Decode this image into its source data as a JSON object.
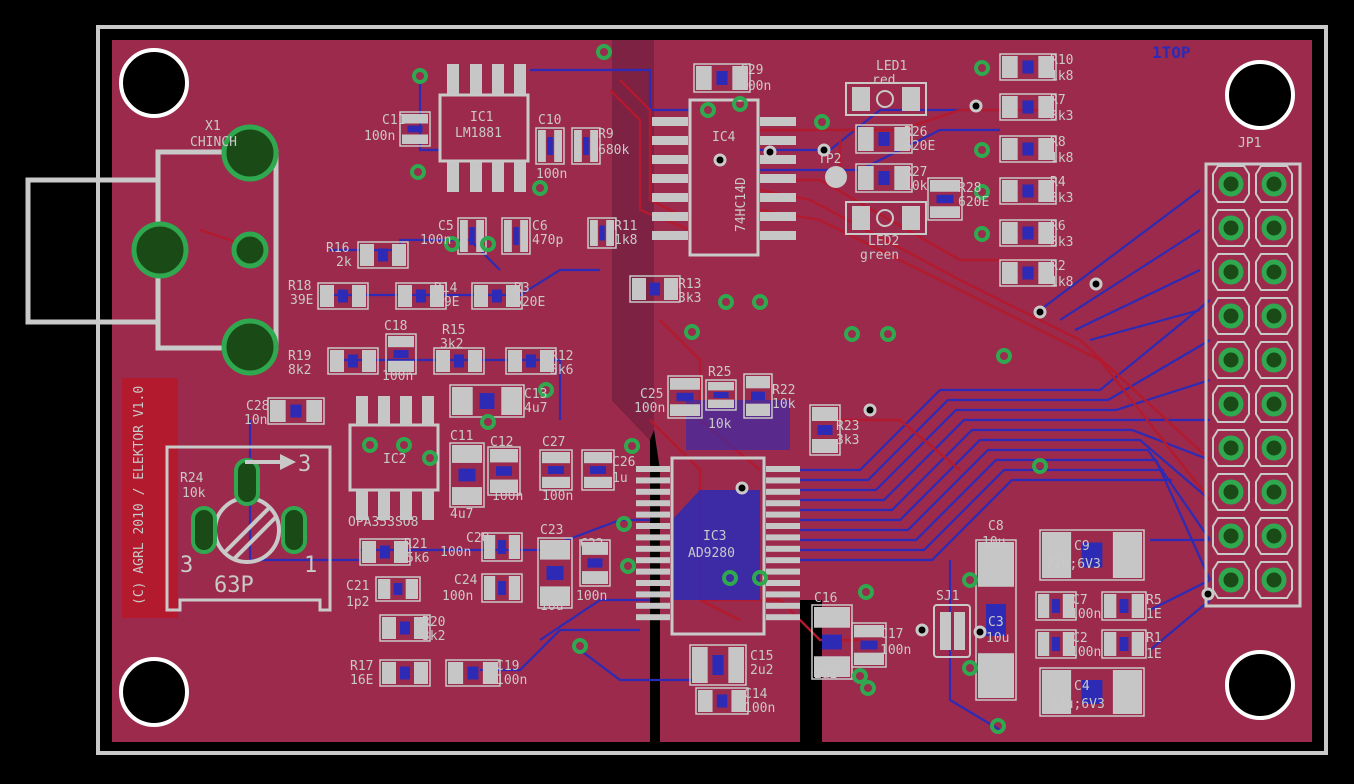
{
  "layer_label": "1TOP",
  "copyright": "(C) AGRL 2010 / ELEKTOR V1.0",
  "pot": {
    "designator": "R24",
    "value": "10k",
    "footprint": "63P",
    "pin1": "1",
    "pin3": "3",
    "arrow_pin": "3"
  },
  "connector_x1": {
    "designator": "X1",
    "value": "CHINCH"
  },
  "header": {
    "designator": "JP1"
  },
  "solder_jumper": {
    "designator": "SJ1"
  },
  "tp": {
    "designator": "TP2"
  },
  "ics": [
    {
      "designator": "IC1",
      "value": "LM1881"
    },
    {
      "designator": "IC2",
      "value": "OPA353SO8"
    },
    {
      "designator": "IC3",
      "value": "AD9280"
    },
    {
      "designator": "IC4",
      "value": "74HC14D"
    }
  ],
  "leds": [
    {
      "designator": "LED1",
      "value": "red"
    },
    {
      "designator": "LED2",
      "value": "green"
    }
  ],
  "labels": [
    {
      "id": "c11",
      "text": "C11"
    },
    {
      "id": "c11v",
      "text": "100n"
    },
    {
      "id": "c10",
      "text": "C10"
    },
    {
      "id": "c10v",
      "text": "100n"
    },
    {
      "id": "r9",
      "text": "R9"
    },
    {
      "id": "r9v",
      "text": "680k"
    },
    {
      "id": "c5",
      "text": "C5"
    },
    {
      "id": "c5v",
      "text": "100n"
    },
    {
      "id": "c6",
      "text": "C6"
    },
    {
      "id": "c6v",
      "text": "470p"
    },
    {
      "id": "r11",
      "text": "R11"
    },
    {
      "id": "r11v",
      "text": "1k8"
    },
    {
      "id": "r13",
      "text": "R13"
    },
    {
      "id": "r13v",
      "text": "3k3"
    },
    {
      "id": "r16",
      "text": "R16"
    },
    {
      "id": "r16v",
      "text": "2k"
    },
    {
      "id": "r18",
      "text": "R18"
    },
    {
      "id": "r18v",
      "text": "39E"
    },
    {
      "id": "r14",
      "text": "R14"
    },
    {
      "id": "r14v",
      "text": "39E"
    },
    {
      "id": "r3",
      "text": "R3"
    },
    {
      "id": "r3v",
      "text": "620E"
    },
    {
      "id": "c18",
      "text": "C18"
    },
    {
      "id": "c18v",
      "text": "100n"
    },
    {
      "id": "r15",
      "text": "R15"
    },
    {
      "id": "r15v",
      "text": "3k2"
    },
    {
      "id": "r19",
      "text": "R19"
    },
    {
      "id": "r19v",
      "text": "8k2"
    },
    {
      "id": "r12",
      "text": "R12"
    },
    {
      "id": "r12v",
      "text": "5k6"
    },
    {
      "id": "c13",
      "text": "C13"
    },
    {
      "id": "c13v",
      "text": "4u7"
    },
    {
      "id": "c28",
      "text": "C28"
    },
    {
      "id": "c28v",
      "text": "10n"
    },
    {
      "id": "c12",
      "text": "C12"
    },
    {
      "id": "c12v",
      "text": "100n"
    },
    {
      "id": "c27",
      "text": "C27"
    },
    {
      "id": "c27v",
      "text": "100n"
    },
    {
      "id": "c26",
      "text": "C26"
    },
    {
      "id": "c26v",
      "text": "1u"
    },
    {
      "id": "c11b",
      "text": "C11"
    },
    {
      "id": "c11bv",
      "text": "4u7"
    },
    {
      "id": "r21",
      "text": "R21"
    },
    {
      "id": "r21v",
      "text": "5k6"
    },
    {
      "id": "c21",
      "text": "C21"
    },
    {
      "id": "c21v",
      "text": "1p2"
    },
    {
      "id": "r20",
      "text": "R20"
    },
    {
      "id": "r20v",
      "text": "3k2"
    },
    {
      "id": "r17",
      "text": "R17"
    },
    {
      "id": "r17v",
      "text": "16E"
    },
    {
      "id": "c19",
      "text": "C19"
    },
    {
      "id": "c19v",
      "text": "100n"
    },
    {
      "id": "c20",
      "text": "C20"
    },
    {
      "id": "c20v",
      "text": "100n"
    },
    {
      "id": "c24",
      "text": "C24"
    },
    {
      "id": "c24v",
      "text": "100n"
    },
    {
      "id": "c23",
      "text": "C23"
    },
    {
      "id": "c23v",
      "text": "10u"
    },
    {
      "id": "c22",
      "text": "C22"
    },
    {
      "id": "c22v",
      "text": "100n"
    },
    {
      "id": "c15",
      "text": "C15"
    },
    {
      "id": "c15v",
      "text": "2u2"
    },
    {
      "id": "c14",
      "text": "C14"
    },
    {
      "id": "c14v",
      "text": "100n"
    },
    {
      "id": "c16",
      "text": "C16"
    },
    {
      "id": "c16v",
      "text": "2u2"
    },
    {
      "id": "c17",
      "text": "C17"
    },
    {
      "id": "c17v",
      "text": "100n"
    },
    {
      "id": "c29",
      "text": "C29"
    },
    {
      "id": "c29v",
      "text": "100n"
    },
    {
      "id": "r26",
      "text": "R26"
    },
    {
      "id": "r26v",
      "text": "620E"
    },
    {
      "id": "r27",
      "text": "R27"
    },
    {
      "id": "r27v",
      "text": "10k"
    },
    {
      "id": "r28",
      "text": "R28"
    },
    {
      "id": "r28v",
      "text": "620E"
    },
    {
      "id": "r10",
      "text": "R10"
    },
    {
      "id": "r10v",
      "text": "1k8"
    },
    {
      "id": "r7",
      "text": "R7"
    },
    {
      "id": "r7v",
      "text": "3k3"
    },
    {
      "id": "r8",
      "text": "R8"
    },
    {
      "id": "r8v",
      "text": "1k8"
    },
    {
      "id": "r4",
      "text": "R4"
    },
    {
      "id": "r4v",
      "text": "3k3"
    },
    {
      "id": "r6",
      "text": "R6"
    },
    {
      "id": "r6v",
      "text": "3k3"
    },
    {
      "id": "r2",
      "text": "R2"
    },
    {
      "id": "r2v",
      "text": "1k8"
    },
    {
      "id": "c25",
      "text": "C25"
    },
    {
      "id": "c25v",
      "text": "100n"
    },
    {
      "id": "r25",
      "text": "R25"
    },
    {
      "id": "r25v",
      "text": "10k"
    },
    {
      "id": "r22",
      "text": "R22"
    },
    {
      "id": "r22v",
      "text": "10k"
    },
    {
      "id": "r23",
      "text": "R23"
    },
    {
      "id": "r23v",
      "text": "3k3"
    },
    {
      "id": "c8",
      "text": "C8"
    },
    {
      "id": "c8v",
      "text": "10u"
    },
    {
      "id": "c9",
      "text": "C9"
    },
    {
      "id": "c9v",
      "text": "22u;6V3"
    },
    {
      "id": "c7",
      "text": "C7"
    },
    {
      "id": "c7v",
      "text": "100n"
    },
    {
      "id": "r5",
      "text": "R5"
    },
    {
      "id": "r5v",
      "text": "1E"
    },
    {
      "id": "c3",
      "text": "C3"
    },
    {
      "id": "c3v",
      "text": "10u"
    },
    {
      "id": "c2",
      "text": "C2"
    },
    {
      "id": "c2v",
      "text": "100n"
    },
    {
      "id": "r1",
      "text": "R1"
    },
    {
      "id": "r1v",
      "text": "1E"
    },
    {
      "id": "c4",
      "text": "C4"
    },
    {
      "id": "c4v",
      "text": "22u;6V3"
    }
  ],
  "colors": {
    "board": "#9b2a4c",
    "copper_top": "#b31a2d",
    "copper_bottom": "#2d2bb5",
    "silkscreen": "#c9c9c9",
    "via": "#2fa84f",
    "background": "#000000"
  }
}
